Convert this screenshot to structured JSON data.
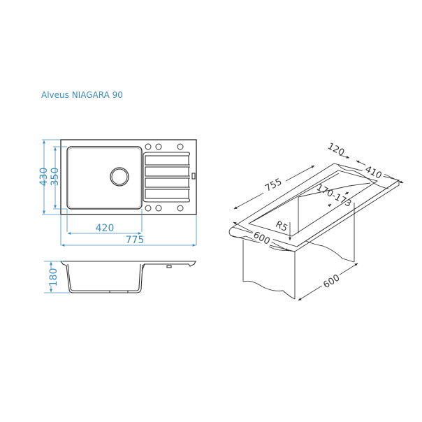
{
  "title": "Alveus NIAGARA 90",
  "colors": {
    "dimension": "#3b8bbd",
    "outline": "#333333",
    "background": "#ffffff"
  },
  "top_view": {
    "dimensions": {
      "overall_height": "430",
      "bowl_height": "350",
      "bowl_width": "420",
      "overall_width": "775"
    }
  },
  "side_view": {
    "dimensions": {
      "depth": "180"
    }
  },
  "isometric_view": {
    "dimensions": {
      "cutout_length": "755",
      "edge_offset": "120",
      "cutout_depth": "410",
      "drainer_gap": "170-173",
      "corner_radius": "R5",
      "counter_depth": "600",
      "cabinet_width": "600"
    }
  }
}
